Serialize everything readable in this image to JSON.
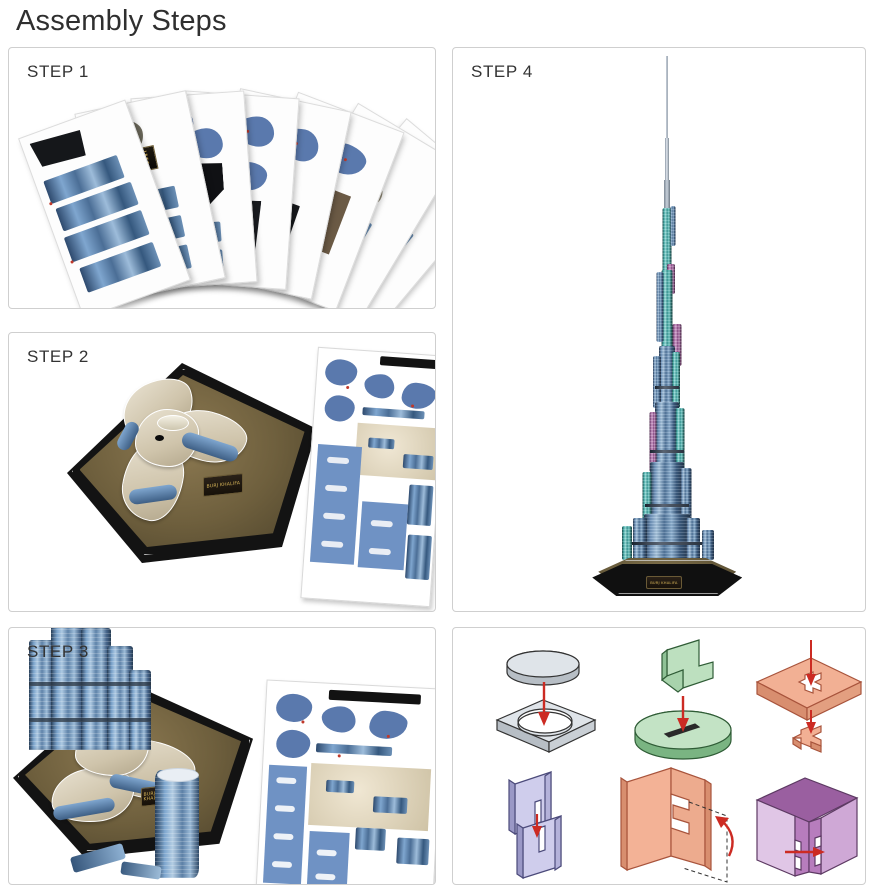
{
  "page": {
    "title": "Assembly Steps",
    "background_color": "#ffffff",
    "panel_border_color": "#cfcfcf",
    "text_color": "#333333"
  },
  "panels": [
    {
      "id": "step-1",
      "label": "STEP 1",
      "content_description": "Fanned stack of die-cut foam puzzle sheets printed with blue and gray Burj Khalifa building parts",
      "sheet_count": 8
    },
    {
      "id": "step-2",
      "label": "STEP 2",
      "content_description": "Assembled dark hexagonal base platform with the tri-lobed Y-shaped stone podium of the tower, plus an uncut parts sheet beside it",
      "plaque_text": "BURJ KHALIFA"
    },
    {
      "id": "step-3",
      "label": "STEP 3",
      "content_description": "Lower tower section standing on the podium with setbacks, a loose cylindrical tower piece, and a parts sheet beside it",
      "plaque_text": "BURJ KHALIFA"
    },
    {
      "id": "step-4",
      "label": "STEP 4",
      "content_description": "Completed Burj Khalifa 3D puzzle model: full tapering tower with spiral setbacks and a tall thin spire, standing on the dark base platform"
    },
    {
      "id": "technique",
      "label": "",
      "content_description": "Six generic paper-model joining technique diagrams showing how pieces slot together"
    }
  ],
  "technique_figures": [
    {
      "id": "disc-into-square-frame",
      "name": "disc-into-square-frame",
      "shape_color": "#c7cdd3",
      "arrow_color": "#cc2b23",
      "arrow_direction": "down",
      "description": "Round gray disc drops into the round opening of a square gray frame"
    },
    {
      "id": "tab-into-disc-slot",
      "name": "tab-into-disc-slot",
      "shape_color": "#a9d6ab",
      "arrow_color": "#cc2b23",
      "arrow_direction": "down",
      "description": "Green notched tab inserts into a narrow slot on a green round disc"
    },
    {
      "id": "cross-through-panel",
      "name": "cross-through-panel",
      "shape_color": "#f0a98d",
      "arrow_color": "#cc2b23",
      "arrow_direction": "down",
      "description": "Cross-shaped piece pushed down through a cross-shaped cutout in a salmon panel"
    },
    {
      "id": "slotted-panels-join",
      "name": "slotted-panels-join",
      "shape_color": "#c6c4e4",
      "arrow_color": "#cc2b23",
      "arrow_direction": "down",
      "description": "Two lavender panels with matching slots slide together at right angles"
    },
    {
      "id": "fold-and-interlock",
      "name": "fold-and-interlock",
      "shape_color": "#f0a98d",
      "arrow_color": "#cc2b23",
      "arrow_direction": "curved-up",
      "description": "Salmon panel folds up along a dashed line so its stepped notches interlock"
    },
    {
      "id": "box-corner-lock",
      "name": "box-corner-lock",
      "shape_color": "#a56aa8",
      "arrow_color": "#cc2b23",
      "arrow_direction": "right",
      "description": "Purple open box corner where two notched walls push together horizontally to lock"
    }
  ]
}
